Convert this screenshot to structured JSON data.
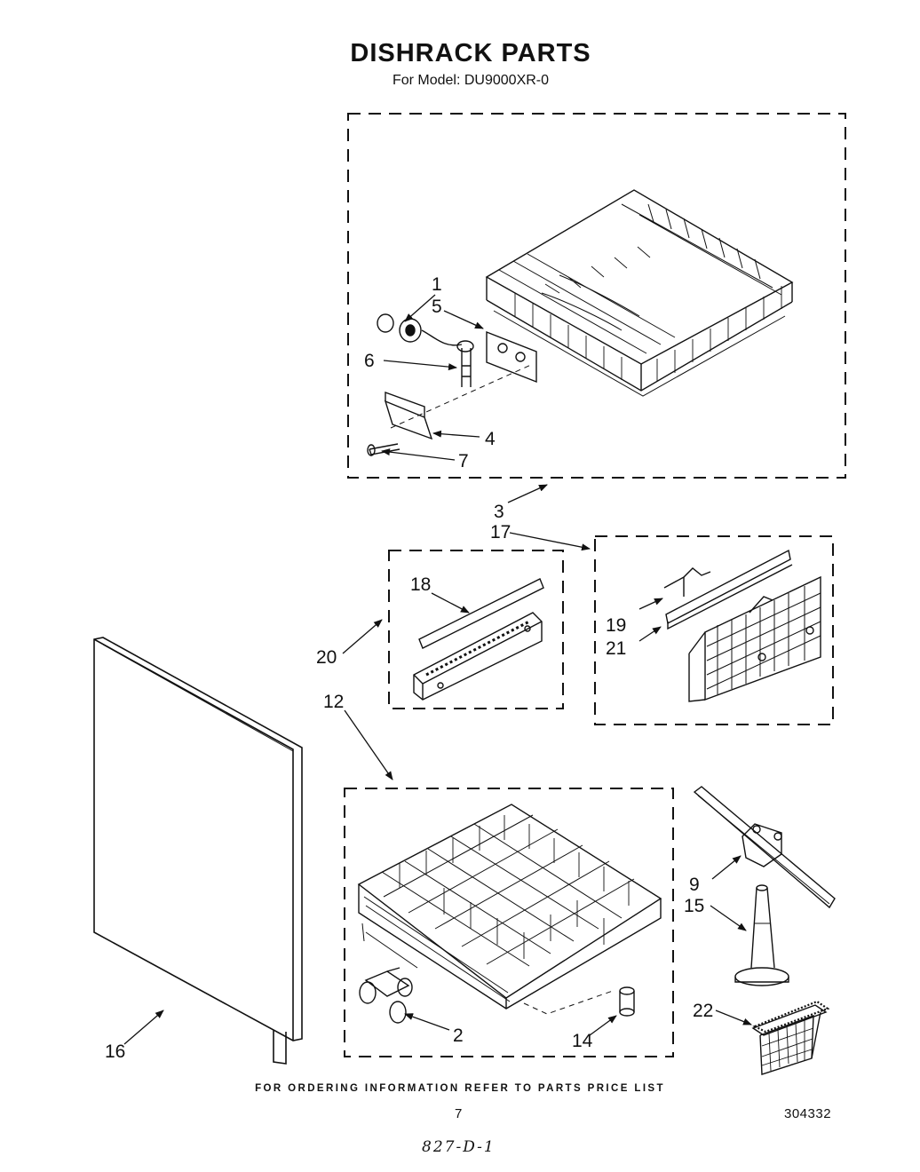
{
  "title": "DISHRACK PARTS",
  "subtitle": "For Model: DU9000XR-0",
  "callouts": {
    "c1": "1",
    "c2": "2",
    "c3": "3",
    "c4": "4",
    "c5": "5",
    "c6": "6",
    "c7": "7",
    "c9": "9",
    "c12": "12",
    "c14": "14",
    "c15": "15",
    "c16": "16",
    "c17": "17",
    "c18": "18",
    "c19": "19",
    "c20": "20",
    "c21": "21",
    "c22": "22"
  },
  "footer": {
    "ordering_note": "FOR ORDERING INFORMATION REFER TO PARTS PRICE LIST",
    "page_number": "7",
    "document_number": "304332",
    "handwritten_code": "827-D-1"
  }
}
